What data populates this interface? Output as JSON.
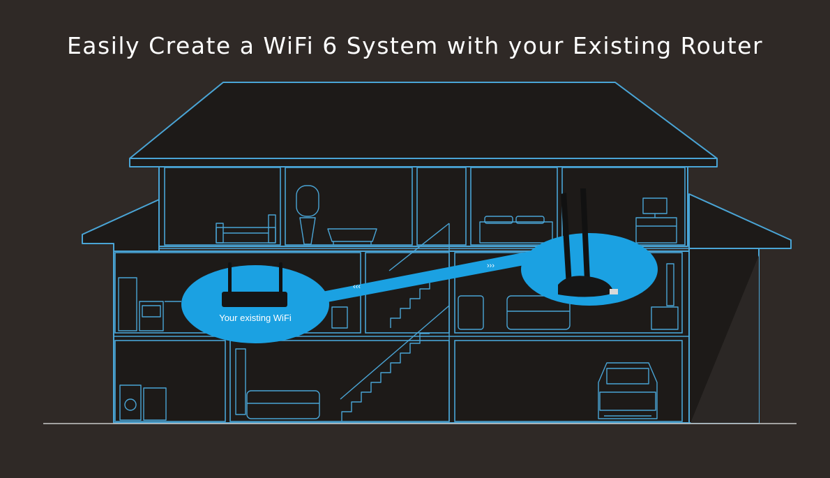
{
  "title": "Easily Create a WiFi 6 System with your Existing Router",
  "router_caption": "Your existing WiFi",
  "signal_arrows_left": "‹‹‹",
  "signal_arrows_right": "›››",
  "colors": {
    "background": "#2f2926",
    "house_fill": "#1d1a18",
    "outline": "#4aa5d6",
    "bubble": "#1ba1e2",
    "title": "#ffffff"
  },
  "icons": [
    "house-outline",
    "router-icon",
    "wifi-adapter-icon",
    "car-icon",
    "staircase",
    "bed-icon",
    "sofa-icon",
    "toilet-icon",
    "bathtub-icon",
    "stove-icon",
    "washer-icon",
    "computer-desk-icon"
  ]
}
